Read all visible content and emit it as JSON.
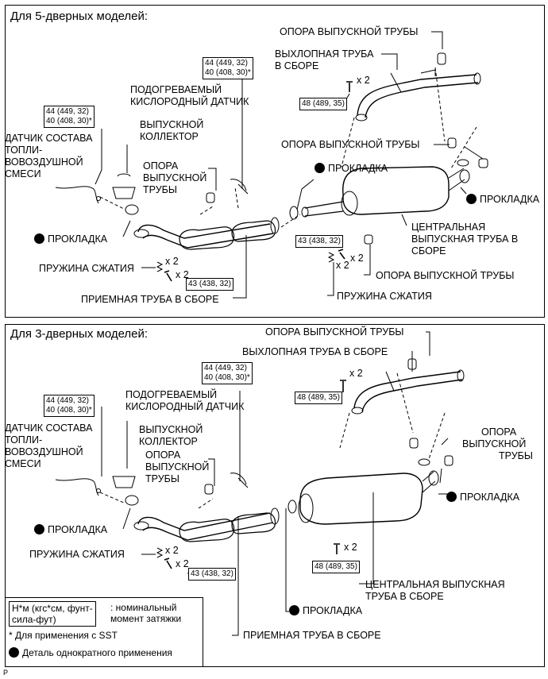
{
  "top": {
    "title": "Для 5-дверных моделей:",
    "exhaust_support_1": "ОПОРА ВЫПУСКНОЙ ТРУБЫ",
    "tail_pipe_line1": "ВЫХЛОПНАЯ ТРУБА",
    "tail_pipe_line2": "В СБОРЕ",
    "tail_count": "x 2",
    "tail_torque": "48 (489, 35)",
    "o2_torque_1": "44 (449, 32)",
    "o2_torque_2": "40 (408, 30)*",
    "o2_line1": "ПОДОГРЕВАЕМЫЙ",
    "o2_line2": "КИСЛОРОДНЫЙ ДАТЧИК",
    "af_torque_1": "44 (449, 32)",
    "af_torque_2": "40 (408, 30)*",
    "af_line1": "ДАТЧИК СОСТАВА",
    "af_line2": "ТОПЛИ-",
    "af_line3": "ВОВОЗДУШНОЙ",
    "af_line4": "СМЕСИ",
    "manifold_line1": "ВЫПУСКНОЙ",
    "manifold_line2": "КОЛЛЕКТОР",
    "support_small_line1": "ОПОРА",
    "support_small_line2": "ВЫПУСКНОЙ",
    "support_small_line3": "ТРУБЫ",
    "exhaust_support_2": "ОПОРА ВЫПУСКНОЙ ТРУБЫ",
    "gasket_a": "ПРОКЛАДКА",
    "gasket_b": "ПРОКЛАДКА",
    "gasket_c": "ПРОКЛАДКА",
    "center_line1": "ЦЕНТРАЛЬНАЯ",
    "center_line2": "ВЫПУСКНАЯ ТРУБА В",
    "center_line3": "СБОРЕ",
    "center_torque": "43 (438, 32)",
    "center_count": "x 2",
    "exhaust_support_3": "ОПОРА ВЫПУСКНОЙ ТРУБЫ",
    "spring_a": "ПРУЖИНА СЖАТИЯ",
    "spring_b": "ПРУЖИНА СЖАТИЯ",
    "spring_count": "x 2",
    "bolt_count": "x 2",
    "front_torque": "43 (438, 32)",
    "front_pipe": "ПРИЕМНАЯ ТРУБА В СБОРЕ"
  },
  "bottom": {
    "title": "Для 3-дверных моделей:",
    "exhaust_support_1": "ОПОРА ВЫПУСКНОЙ ТРУБЫ",
    "tail_pipe": "ВЫХЛОПНАЯ ТРУБА В СБОРЕ",
    "tail_count": "x 2",
    "tail_torque": "48 (489, 35)",
    "o2_torque_1": "44 (449, 32)",
    "o2_torque_2": "40 (408, 30)*",
    "o2_line1": "ПОДОГРЕВАЕМЫЙ",
    "o2_line2": "КИСЛОРОДНЫЙ ДАТЧИК",
    "af_torque_1": "44 (449, 32)",
    "af_torque_2": "40 (408, 30)*",
    "af_line1": "ДАТЧИК СОСТАВА",
    "af_line2": "ТОПЛИ-",
    "af_line3": "ВОВОЗДУШНОЙ",
    "af_line4": "СМЕСИ",
    "manifold_line1": "ВЫПУСКНОЙ",
    "manifold_line2": "КОЛЛЕКТОР",
    "support_small_line1": "ОПОРА",
    "support_small_line2": "ВЫПУСКНОЙ",
    "support_small_line3": "ТРУБЫ",
    "support_right_line1": "ОПОРА",
    "support_right_line2": "ВЫПУСКНОЙ",
    "support_right_line3": "ТРУБЫ",
    "gasket_a": "ПРОКЛАДКА",
    "gasket_b": "ПРОКЛАДКА",
    "gasket_c": "ПРОКЛАДКА",
    "spring": "ПРУЖИНА СЖАТИЯ",
    "spring_count": "x 2",
    "bolt_count": "x 2",
    "front_torque": "43 (438, 32)",
    "center_count": "x 2",
    "center_torque": "48 (489, 35)",
    "center_line1": "ЦЕНТРАЛЬНАЯ ВЫПУСКНАЯ",
    "center_line2": "ТРУБА В СБОРЕ",
    "front_pipe": "ПРИЕМНАЯ ТРУБА В СБОРЕ"
  },
  "legend": {
    "unit_line1": "Н*м (кгс*см, фунт-",
    "unit_line2": "сила-фут)",
    "unit_desc_line1": ": номинальный",
    "unit_desc_line2": "момент затяжки",
    "sst_note": "* Для применения с SST",
    "non_reusable": "Деталь однократного применения"
  },
  "corner_mark": "P"
}
